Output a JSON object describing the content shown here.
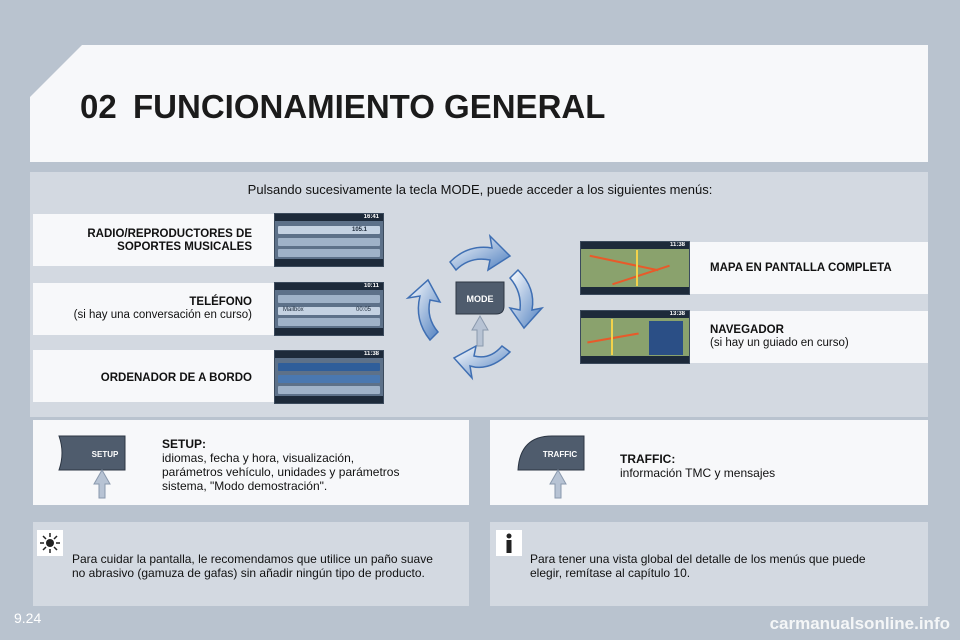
{
  "header": {
    "chapter": "02",
    "title": "FUNCIONAMIENTO GENERAL"
  },
  "intro": "Pulsando sucesivamente la tecla MODE, puede acceder a los siguientes menús:",
  "left_menus": [
    {
      "title_line1": "RADIO/REPRODUCTORES DE",
      "title_line2": "SOPORTES MUSICALES",
      "subtitle": ""
    },
    {
      "title_line1": "TELÉFONO",
      "title_line2": "",
      "subtitle": "(si hay una conversación en curso)"
    },
    {
      "title_line1": "ORDENADOR DE A BORDO",
      "title_line2": "",
      "subtitle": ""
    }
  ],
  "right_menus": [
    {
      "title": "MAPA EN PANTALLA COMPLETA",
      "subtitle": ""
    },
    {
      "title": "NAVEGADOR",
      "subtitle": "(si hay un guiado en curso)"
    }
  ],
  "mode_button": "MODE",
  "setup": {
    "button": "SETUP",
    "title": "SETUP:",
    "lines": [
      "idiomas, fecha y hora, visualización,",
      "parámetros vehículo, unidades y parámetros",
      "sistema, \"Modo demostración\"."
    ]
  },
  "traffic": {
    "button": "TRAFFIC",
    "title": "TRAFFIC:",
    "text": "información TMC y mensajes"
  },
  "notes": {
    "care_line1": "Para cuidar la pantalla, le recomendamos que utilice un paño suave",
    "care_line2": "no abrasivo (gamuza de gafas) sin añadir ningún tipo de producto.",
    "info_line1": "Para tener una vista global del detalle de los menús que puede",
    "info_line2": "elegir, remítase al capítulo 10."
  },
  "thumbs": {
    "radio_time": "16:41",
    "radio_freq": "105.1",
    "phone_time": "10:11",
    "phone_label": "Mailbox",
    "phone_dur": "00:05",
    "trip_time": "11:38",
    "map_time": "11:38",
    "nav_time": "13:38"
  },
  "page_number": "9.24",
  "watermark": "carmanualsonline.info",
  "colors": {
    "background": "#b9c3cf",
    "panel": "#d3d9e1",
    "card": "#f7f8fa",
    "arrow": "#3f6fb3"
  }
}
